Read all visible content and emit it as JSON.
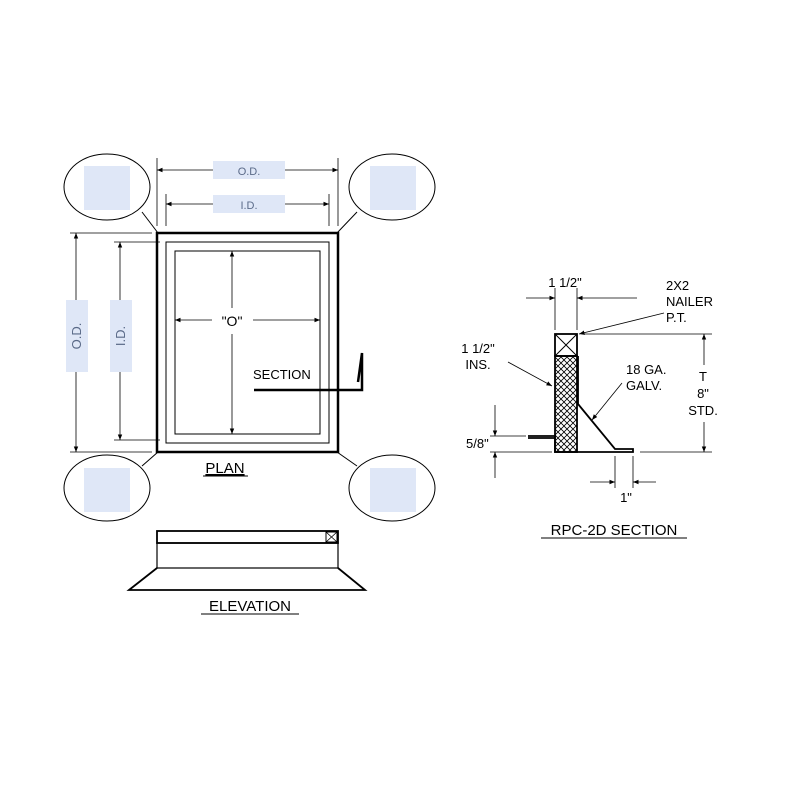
{
  "plan": {
    "title": "PLAN",
    "od_top": "O.D.",
    "id_top": "I.D.",
    "od_side": "O.D.",
    "id_side": "I.D.",
    "opening": "\"O\"",
    "section": "SECTION"
  },
  "elevation": {
    "title": "ELEVATION"
  },
  "rpc_section": {
    "title": "RPC-2D SECTION",
    "top_width": "1 1/2\"",
    "nailer": [
      "2X2",
      "NAILER",
      "P.T."
    ],
    "insulation": [
      "1 1/2\"",
      "INS."
    ],
    "gauge": [
      "18 GA.",
      "GALV."
    ],
    "height": [
      "T",
      "8\"",
      "STD."
    ],
    "flange": "5/8\"",
    "bottom": "1\""
  },
  "colors": {
    "line": "#000000",
    "callout_fill": "#dfe7f7",
    "dim_text": "#5a6a88"
  }
}
